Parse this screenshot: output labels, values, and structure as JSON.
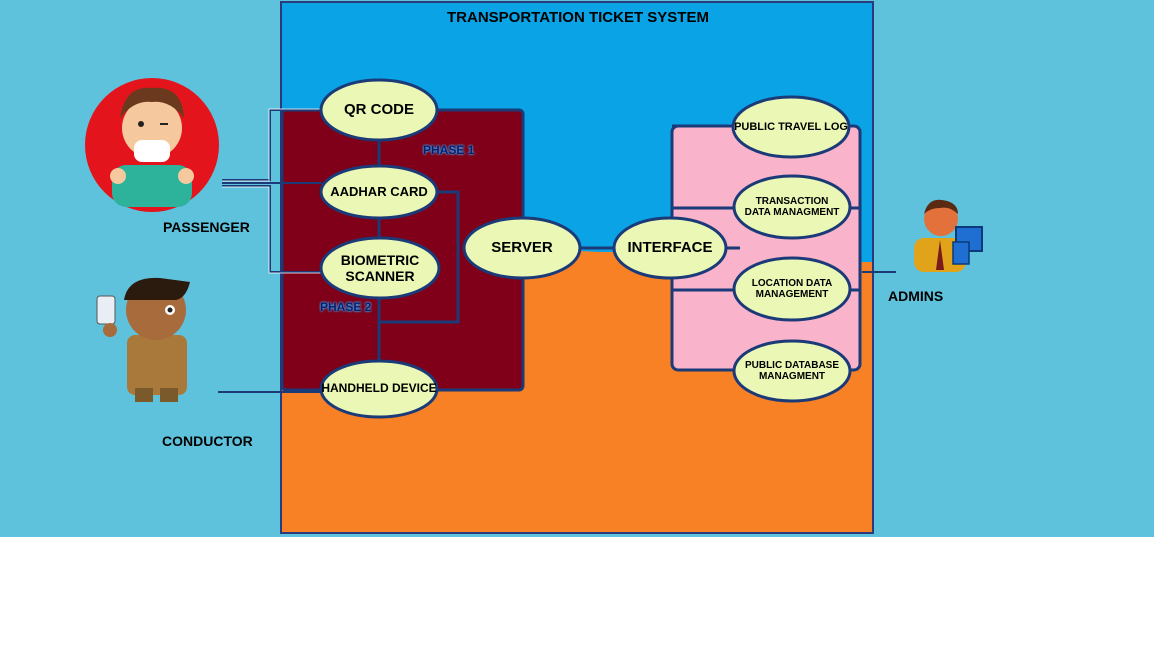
{
  "diagram": {
    "title": "TRANSPORTATION TICKET SYSTEM",
    "actors": {
      "passenger": "PASSENGER",
      "conductor": "CONDUCTOR",
      "admins": "ADMINS"
    },
    "phases": {
      "phase1": "PHASE 1",
      "phase2": "PHASE 2"
    },
    "nodes": {
      "qr_code": "QR CODE",
      "aadhar_card": "AADHAR CARD",
      "biometric_scanner": "BIOMETRIC SCANNER",
      "handheld_device": "HANDHELD DEVICE",
      "server": "SERVER",
      "interface": "INTERFACE",
      "public_travel_log": "PUBLIC TRAVEL LOG",
      "transaction_data": "TRANSACTION DATA MANAGMENT",
      "location_data": "LOCATION DATA MANAGEMENT",
      "public_database": "PUBLIC DATABASE MANAGMENT"
    },
    "colors": {
      "background": "#5fc2dd",
      "system_top": "#0aa3e6",
      "system_bottom": "#f98125",
      "input_box": "#7f0018",
      "admin_box": "#f9b3cb",
      "oval_fill": "#eaf7b5",
      "oval_border": "#1b3a78"
    }
  }
}
